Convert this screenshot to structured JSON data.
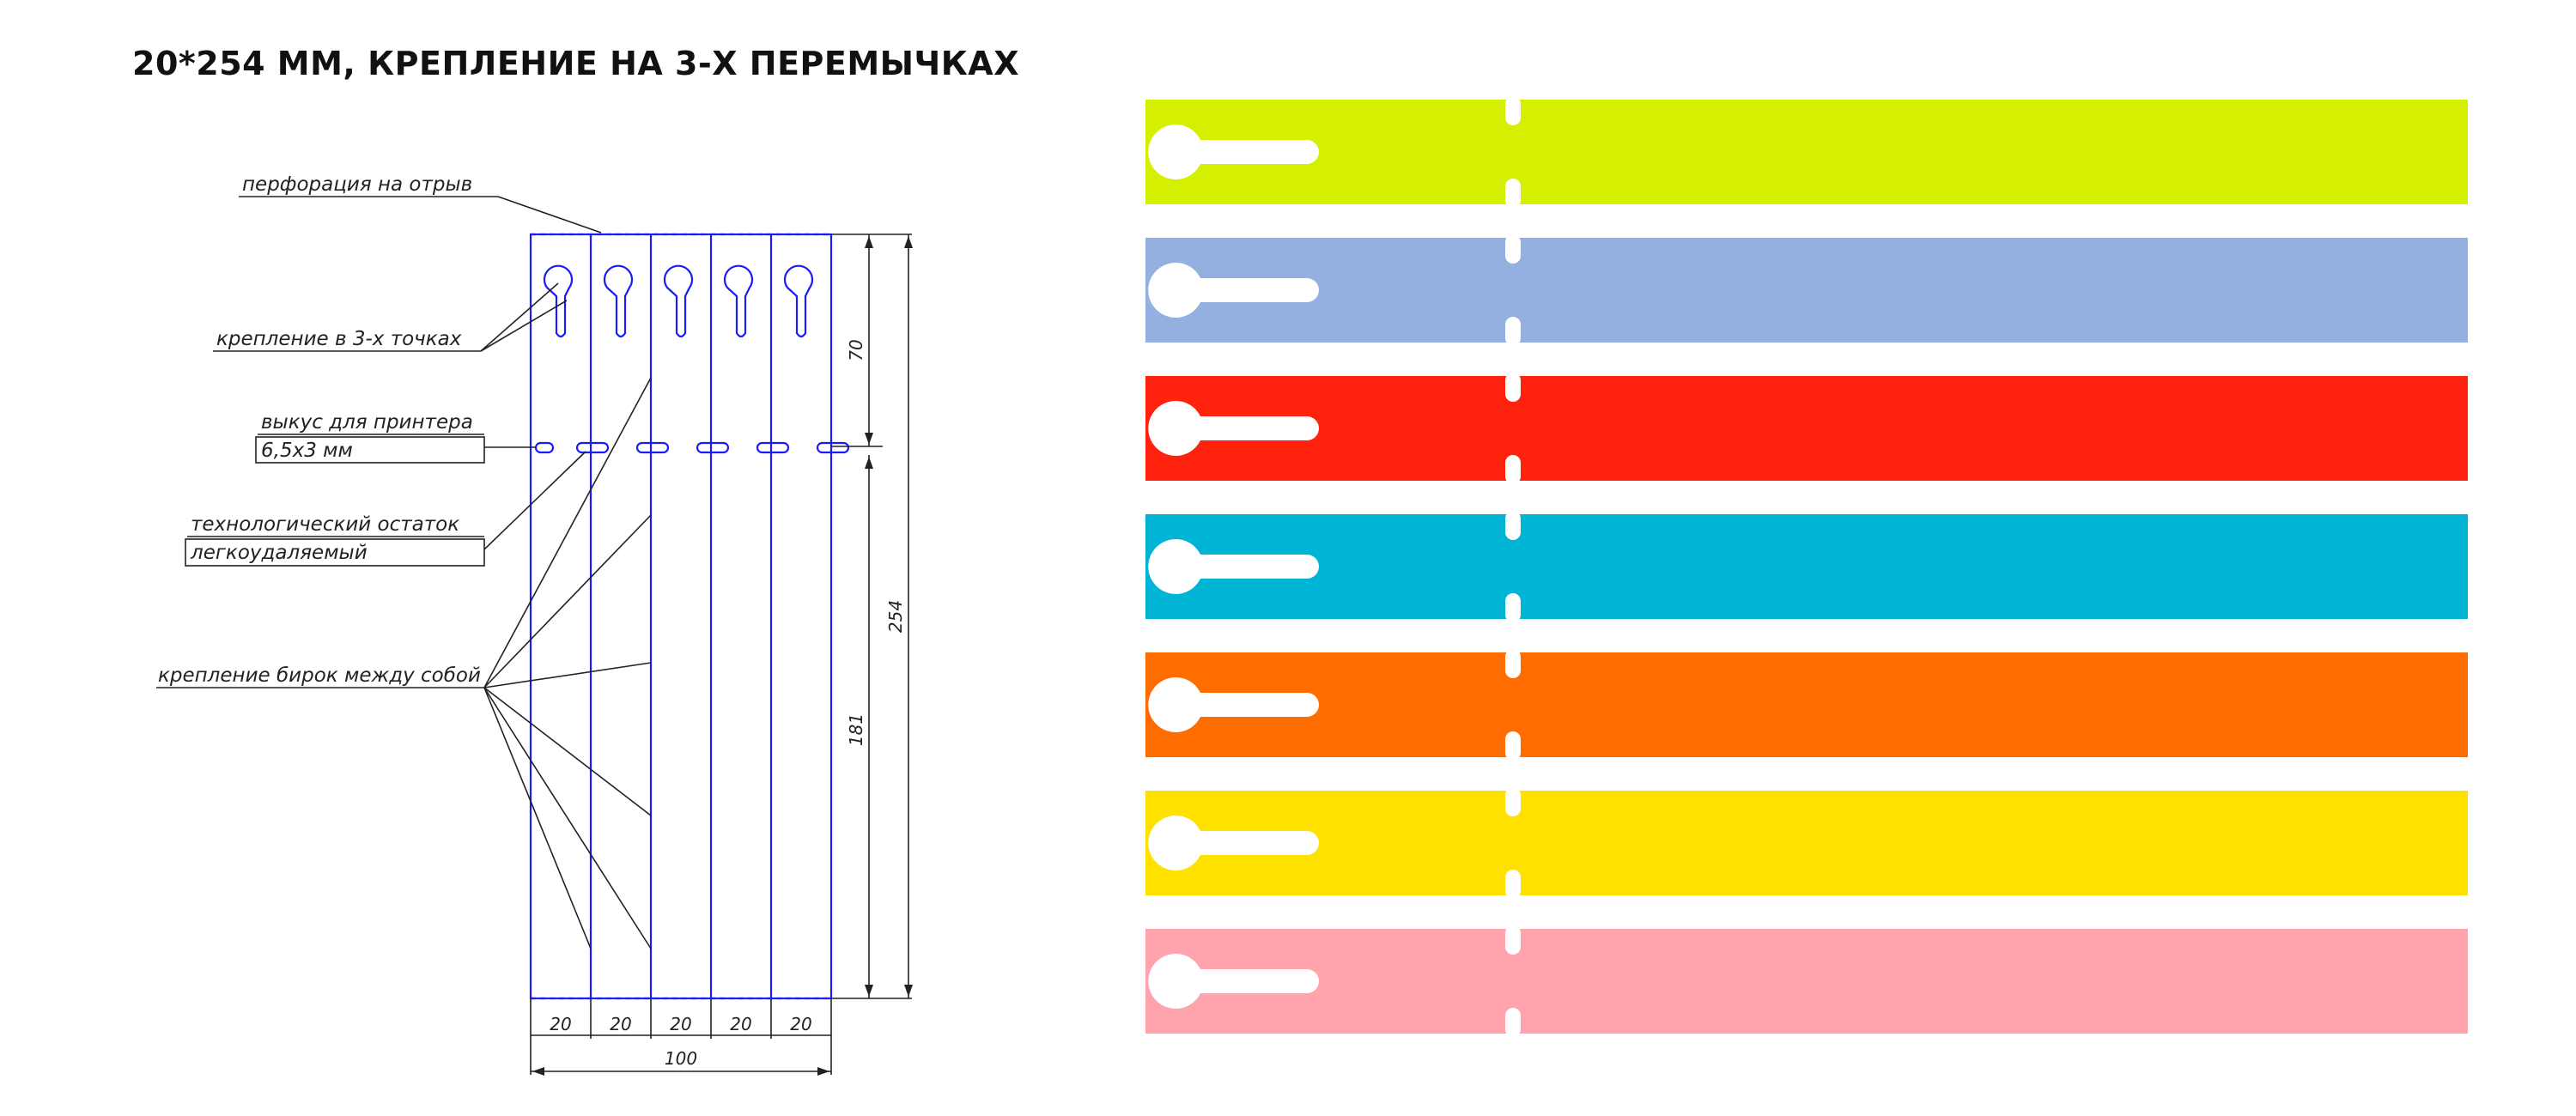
{
  "title": "20*254 ММ, КРЕПЛЕНИЕ НА 3-Х ПЕРЕМЫЧКАХ",
  "drawing": {
    "callouts": {
      "perforation": "перфорация на отрыв",
      "attach3": "крепление в 3-х точках",
      "printer_line1": "выкус для принтера",
      "printer_line2": "6,5х3 мм",
      "residue_line1": "технологический остаток",
      "residue_line2": "легкоудаляемый",
      "between": "крепление бирок между собой"
    },
    "dimensions": {
      "top": "70",
      "total": "254",
      "bottom": "181",
      "widths": [
        "20",
        "20",
        "20",
        "20",
        "20"
      ],
      "sum": "100"
    },
    "colors": {
      "outline": "#1a1aff",
      "lines": "#222222"
    }
  },
  "tags": {
    "count": 7,
    "colors": [
      "#d4ef00",
      "#94b0e0",
      "#ff220c",
      "#00b4d5",
      "#ff6d00",
      "#ffe100",
      "#ffa4ac"
    ]
  }
}
